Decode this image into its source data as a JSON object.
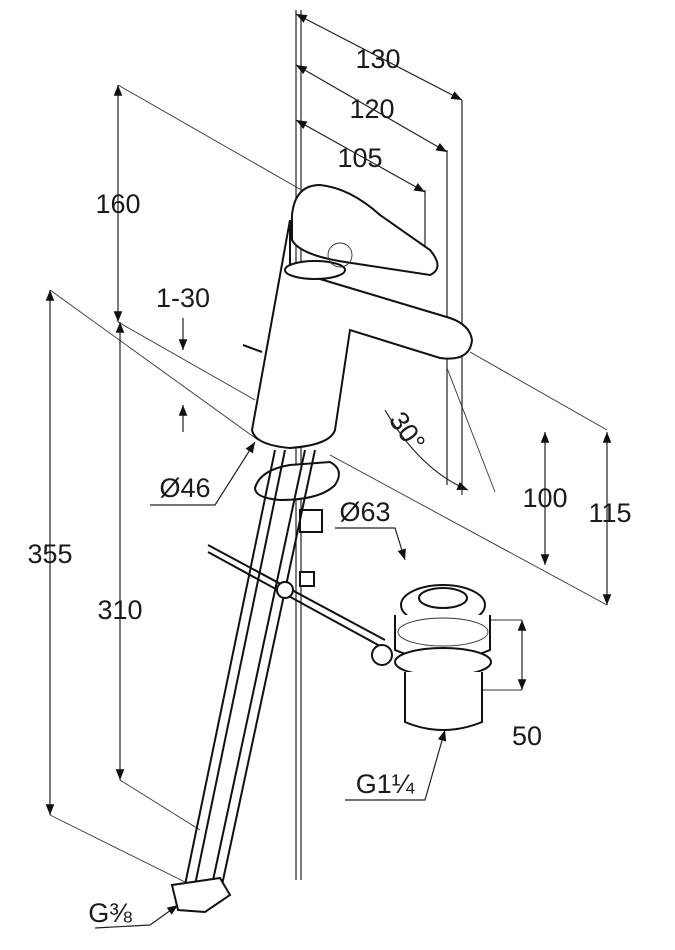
{
  "drawing": {
    "dimensions": {
      "width_130": "130",
      "width_120": "120",
      "width_105": "105",
      "height_160": "160",
      "thickness_range": "1-30",
      "angle": "30°",
      "diameter_46": "Ø46",
      "diameter_63": "Ø63",
      "height_100": "100",
      "height_115": "115",
      "height_355": "355",
      "height_310": "310",
      "drain_50": "50",
      "drain_thread": "G1¼",
      "supply_thread": "G⅜"
    }
  }
}
